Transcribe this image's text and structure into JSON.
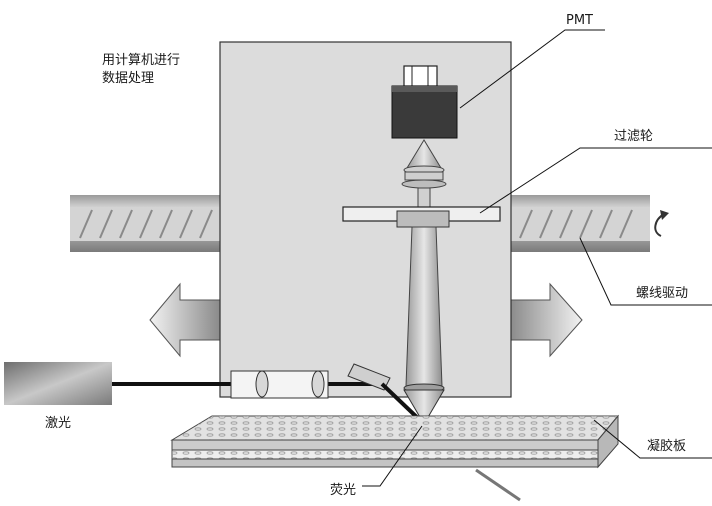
{
  "labels": {
    "pmt": "PMT",
    "filter_wheel": "过滤轮",
    "screw_drive": "螺线驱动",
    "computer_line1": "用计算机进行",
    "computer_line2": "数据处理",
    "laser": "激光",
    "fluorescence": "荧光",
    "gel_plate": "凝胶板"
  },
  "colors": {
    "housing": "#dcdcdc",
    "pmt_body": "#3a3a3a",
    "rail": "#c4c4c4",
    "beam": "#bfbfbf",
    "line": "#111111"
  }
}
